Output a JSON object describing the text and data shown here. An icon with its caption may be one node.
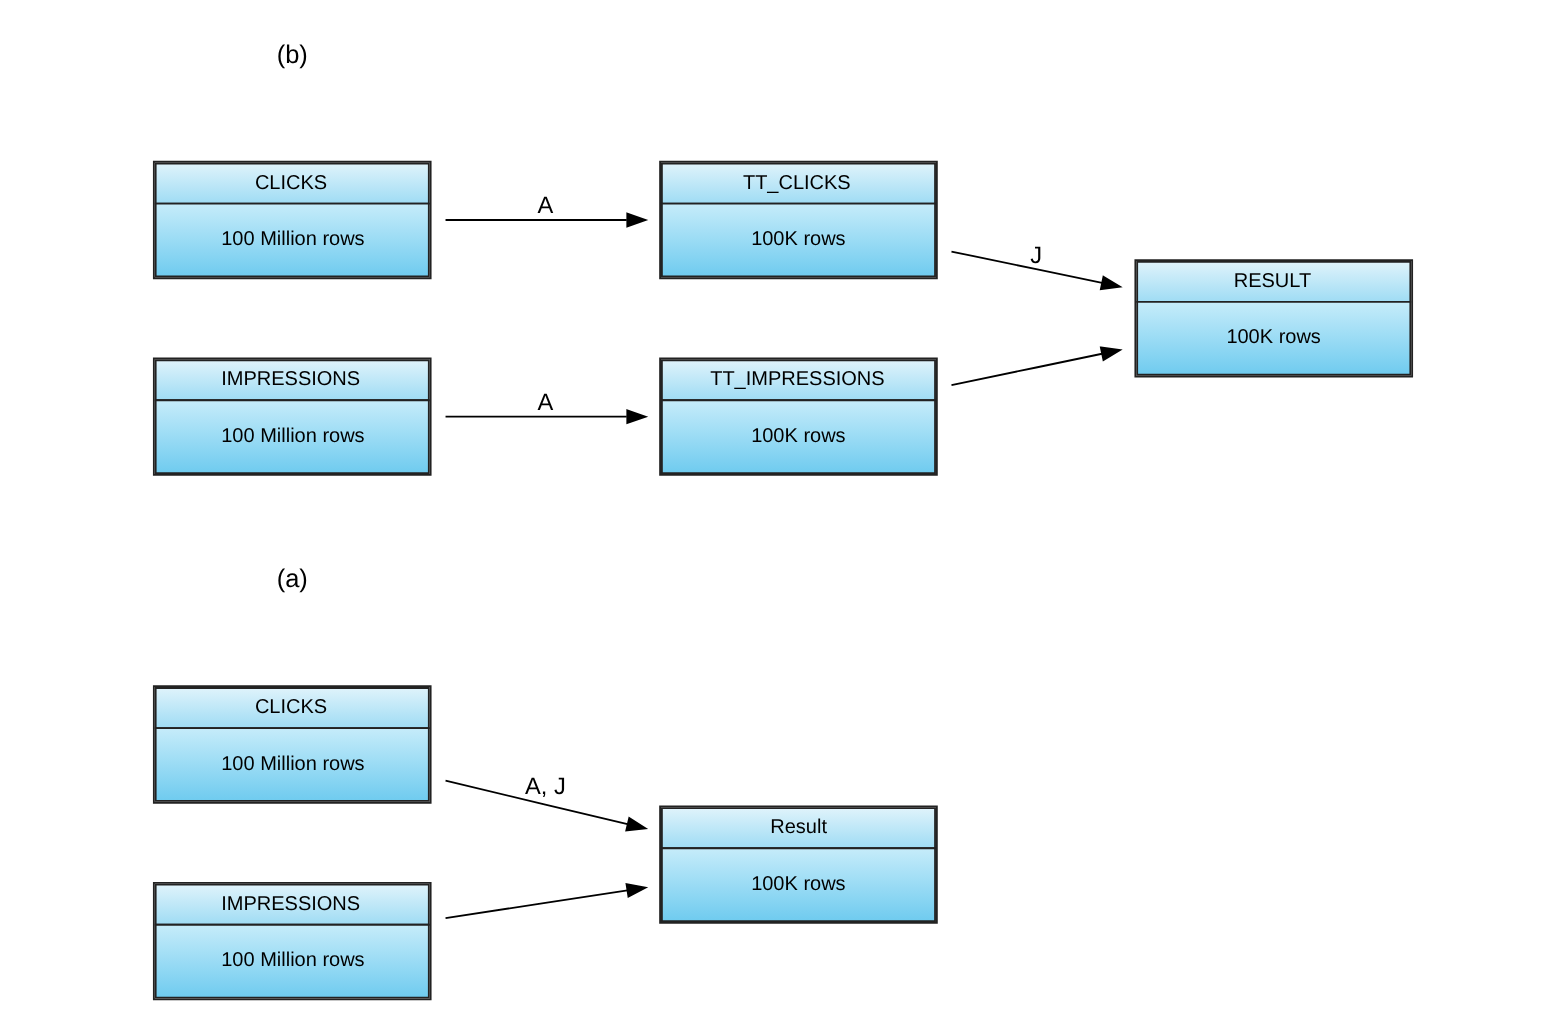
{
  "diagram": {
    "nodes": [
      {
        "text": [
          "CLICKS",
          "100 Million rows"
        ]
      },
      {
        "text": [
          "IMPRESSIONS",
          "100 Million rows"
        ]
      },
      {
        "text": [
          "Result",
          "100K rows"
        ]
      },
      {
        "text": [
          "CLICKS",
          "100 Million rows"
        ]
      },
      {
        "text": [
          "TT_CLICKS",
          "100K rows"
        ]
      },
      {
        "text": [
          "IMPRESSIONS",
          "100 Million rows"
        ]
      },
      {
        "text": [
          "TT_IMPRESSIONS",
          "100K rows"
        ]
      },
      {
        "text": [
          "RESULT",
          "100K rows"
        ]
      }
    ],
    "edges": [
      {
        "from": 0,
        "to": 2,
        "arrow": "to",
        "label": "A, J"
      },
      {
        "from": 1,
        "to": 2,
        "arrow": "to"
      },
      {
        "from": 3,
        "to": 4,
        "arrow": "to",
        "label": "A"
      },
      {
        "from": 5,
        "to": 6,
        "arrow": "to",
        "label": "A"
      },
      {
        "from": 4,
        "to": 7,
        "arrow": "to",
        "label": "J"
      },
      {
        "from": 6,
        "to": 7,
        "arrow": "to"
      }
    ],
    "labels": [
      "(a)",
      "(b)"
    ]
  }
}
